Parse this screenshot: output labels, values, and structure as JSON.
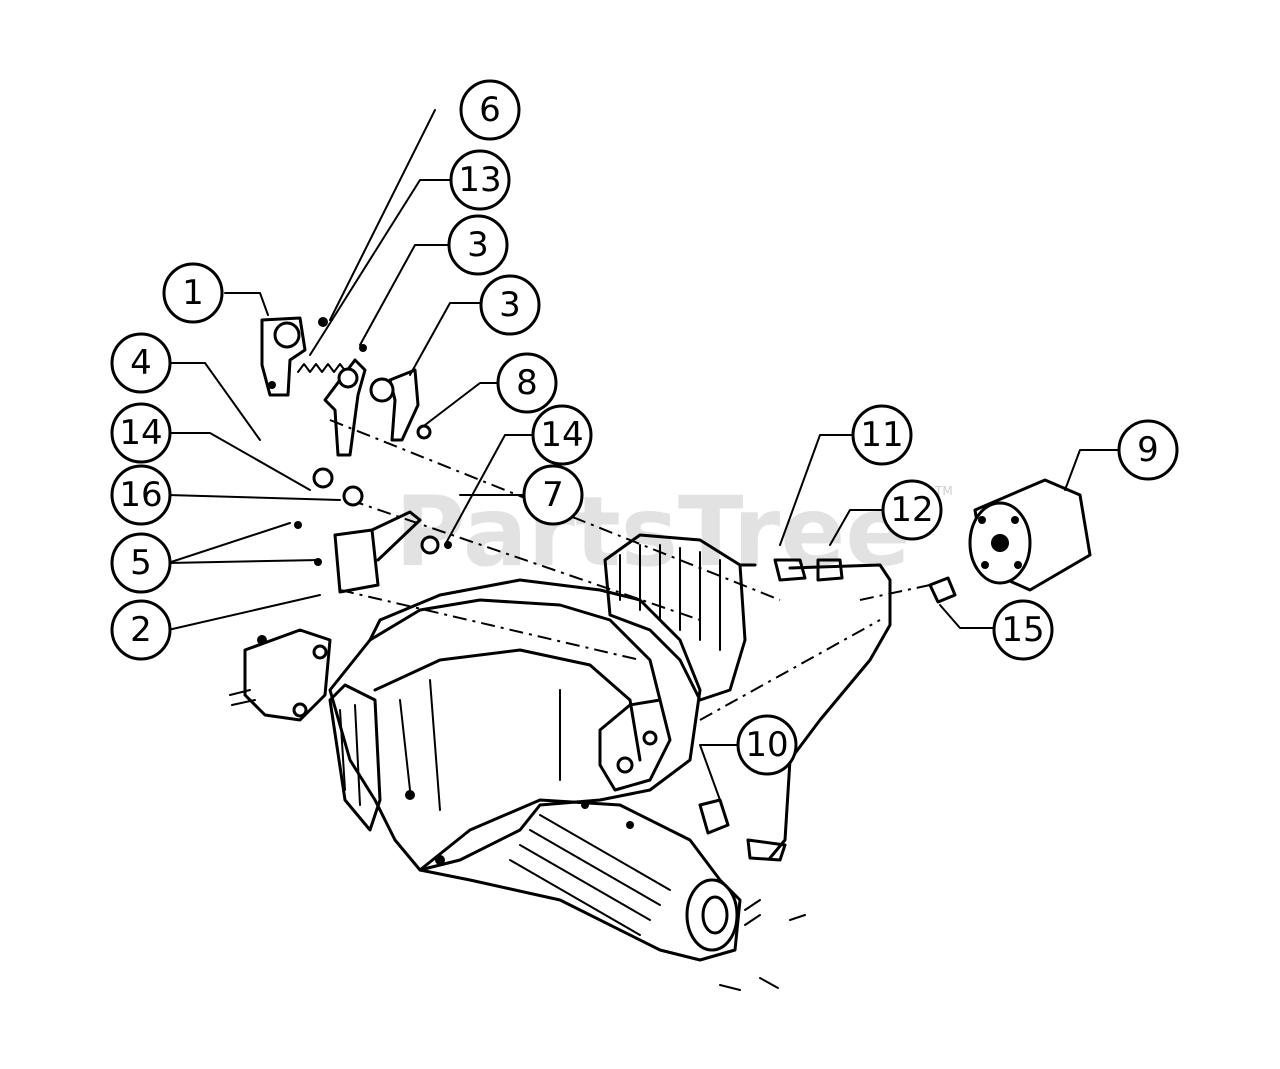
{
  "watermark": {
    "text": "PartsTree",
    "trademark": "TM"
  },
  "callouts": [
    {
      "id": "c1",
      "label": "1"
    },
    {
      "id": "c2",
      "label": "2"
    },
    {
      "id": "c3a",
      "label": "3"
    },
    {
      "id": "c3b",
      "label": "3"
    },
    {
      "id": "c4",
      "label": "4"
    },
    {
      "id": "c5",
      "label": "5"
    },
    {
      "id": "c6",
      "label": "6"
    },
    {
      "id": "c7",
      "label": "7"
    },
    {
      "id": "c8",
      "label": "8"
    },
    {
      "id": "c9",
      "label": "9"
    },
    {
      "id": "c10",
      "label": "10"
    },
    {
      "id": "c11",
      "label": "11"
    },
    {
      "id": "c12",
      "label": "12"
    },
    {
      "id": "c13",
      "label": "13"
    },
    {
      "id": "c14a",
      "label": "14"
    },
    {
      "id": "c14b",
      "label": "14"
    },
    {
      "id": "c15",
      "label": "15"
    },
    {
      "id": "c16",
      "label": "16"
    }
  ]
}
